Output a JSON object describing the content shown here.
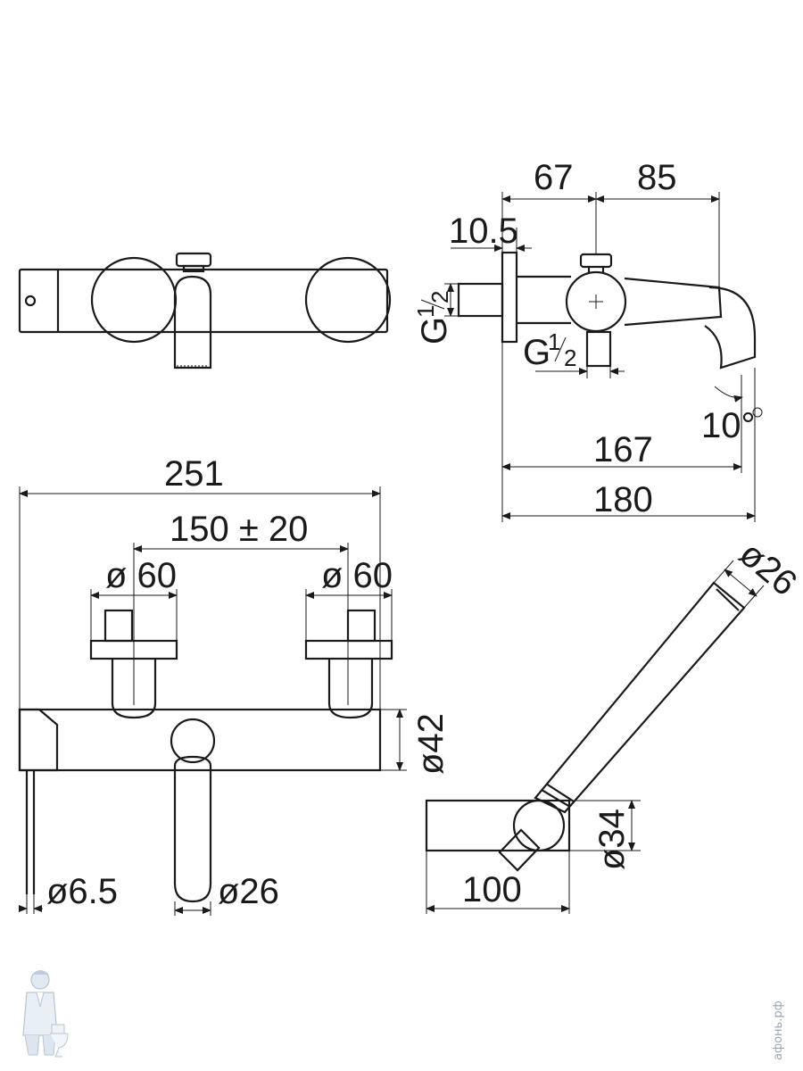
{
  "dimensions": {
    "d67": "67",
    "d85": "85",
    "d10_5": "10.5",
    "thread_g": "G",
    "thread_num": "1",
    "thread_den": "2",
    "angle": "10°",
    "d167": "167",
    "d180": "180",
    "d251": "251",
    "d150": "150 ± 20",
    "dia60_left": "ø 60",
    "dia60_right": "ø 60",
    "dia42": "ø42",
    "dia6_5": "ø6.5",
    "dia26_spout": "ø26",
    "dia26_hand": "ø26",
    "dia34": "ø34",
    "d100": "100"
  },
  "watermark": "афонь.рф"
}
